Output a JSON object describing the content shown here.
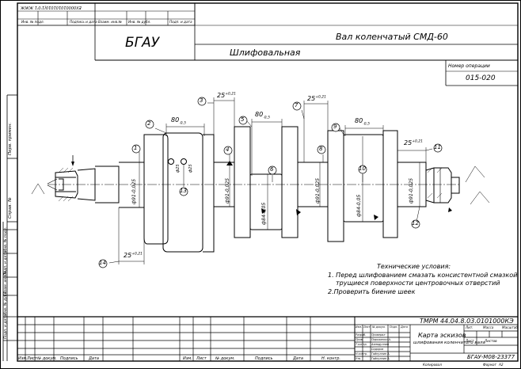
{
  "header": {
    "org": "БГАУ",
    "title": "Вал коленчатый СМД-60",
    "operation_name": "Шлифовальная",
    "op_number_label": "Номер операции",
    "op_number": "015-020",
    "doc_code_rotated": "ЕХ000010101010(1'0'1 ЖЖЖ",
    "top_cols": [
      "Инв. № подл.",
      "Подпись и дата",
      "Взаим. инв.№",
      "Инв. № дубл.",
      "Подп. и дата"
    ]
  },
  "left_strip": [
    "Перв. примен.",
    "Справ. №",
    "Инв. № подл.",
    "Подп. и дата",
    "Взам. инв.№",
    "Инв. № дубл.",
    "Подп. и дата"
  ],
  "dims": {
    "d80a": "80",
    "d80a_tol": "-0,5",
    "d80b": "80",
    "d80b_tol": "-0,5",
    "d80c": "80",
    "d80c_tol": "-0,5",
    "d25a": "25",
    "d25a_tol": "+0,21",
    "d25b": "25",
    "d25b_tol": "+0,21",
    "d25c": "25",
    "d25c_tol": "+0,21",
    "d25d": "25",
    "d25d_tol": "+0,21",
    "phi91a": "ф91-0,025",
    "phi91b": "ф91-0,025",
    "phi91c": "ф91-0,025",
    "phi84a": "ф84-0,05",
    "phi84b": "ф84-0,05",
    "phi25a": "ф25",
    "phi25b": "ф25"
  },
  "callouts": [
    "1",
    "2",
    "3",
    "4",
    "5",
    "6",
    "7",
    "8",
    "9",
    "10",
    "11",
    "12",
    "13",
    "14"
  ],
  "notes": {
    "title": "Технические условия:",
    "lines": [
      "1. Перед шлифованием смазать консистентной смазкой",
      "трущиеся поверхности центровочных отверстий",
      "2.Проверить биение шеек"
    ]
  },
  "title_block": {
    "doc_code": "ТМРМ 44.04.8.03.0101000КЭ",
    "doc_title_1": "Карта эскизов",
    "doc_title_2": "шлифования коленчатого вала",
    "bottom_code": "БГАУ-М08-23377",
    "lit_label": "Лит.",
    "mass_label": "Масса",
    "scale_label": "Масштаб",
    "sheet_label": "Лист",
    "sheets_label": "Листов",
    "format_label": "Формат",
    "format_value": "А2",
    "copied_label": "Копировал",
    "row_labels": [
      "Изм.",
      "Лист",
      "№ докум.",
      "Подпись",
      "Дата",
      "Изм.",
      "Лист",
      "№ докум.",
      "Подпись",
      "Дата",
      "Н. контр."
    ],
    "staff_labels": [
      "Изм.",
      "Лист",
      "№ докум.",
      "Подп.",
      "Дата",
      "Разраб.",
      "Пров.",
      "Т.контр.",
      "Н.контр.",
      "Утв."
    ],
    "staff_names": [
      "Проверил",
      "Пироженко А.",
      "Ахмадуллин",
      "Сидоров",
      "Гайнуллин А.",
      "Гайнуллин А."
    ]
  }
}
